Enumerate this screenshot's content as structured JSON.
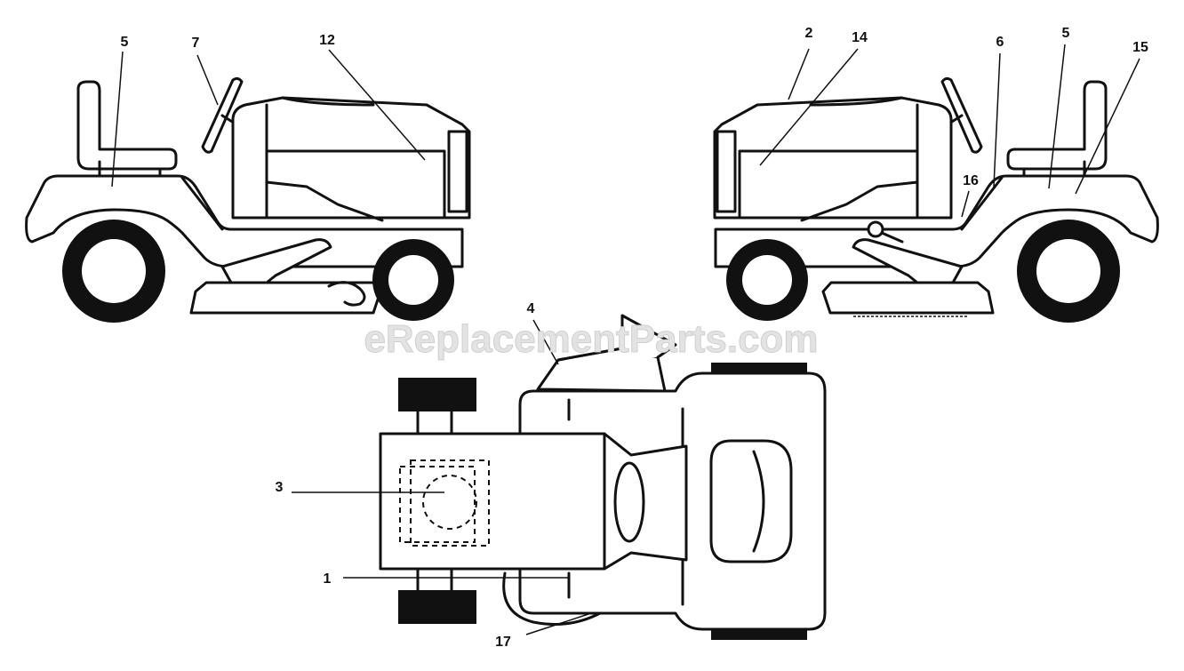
{
  "watermark": "eReplacementParts.com",
  "callouts": [
    "5",
    "7",
    "12",
    "2",
    "14",
    "6",
    "5",
    "15",
    "16",
    "4",
    "3",
    "1",
    "17"
  ],
  "views": [
    "left-side-view",
    "right-side-view",
    "top-view"
  ],
  "colors": {
    "ink": "#111111",
    "background": "#ffffff",
    "watermark": "#e3e3e3"
  }
}
